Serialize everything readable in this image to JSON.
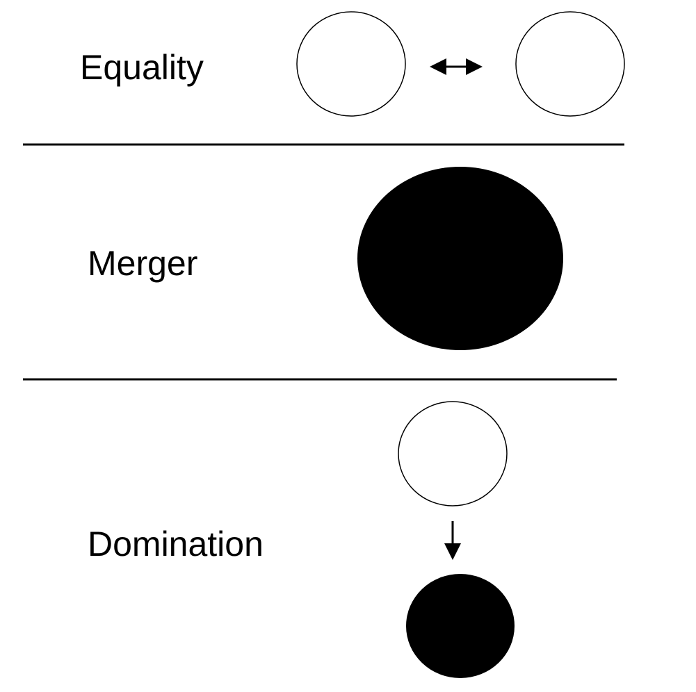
{
  "rows": [
    {
      "label": "Equality"
    },
    {
      "label": "Merger"
    },
    {
      "label": "Domination"
    }
  ],
  "colors": {
    "stroke": "#000000",
    "fill_dark": "#000000",
    "fill_light": "#ffffff"
  }
}
